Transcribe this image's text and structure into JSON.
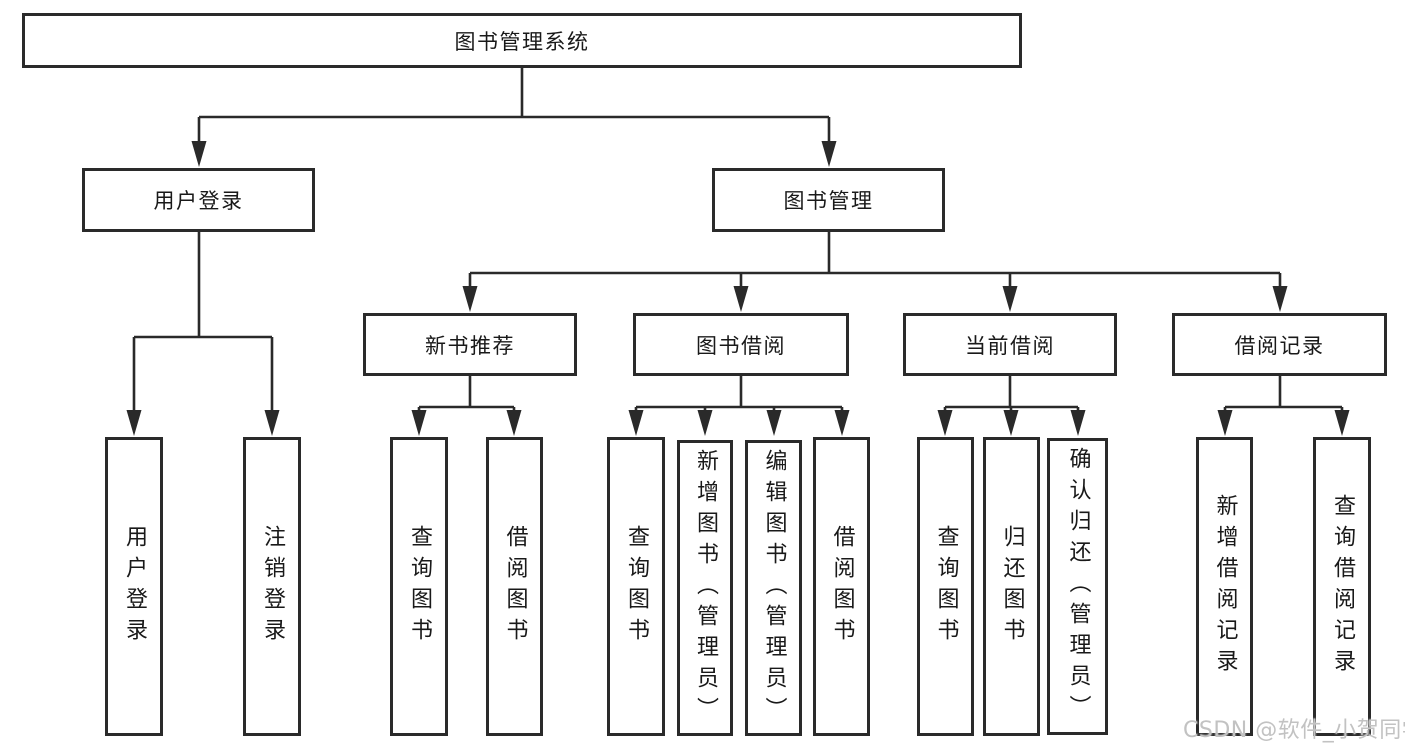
{
  "diagram": {
    "root": {
      "label": "图书管理系统"
    },
    "branches": [
      {
        "label": "用户登录",
        "children": [
          {
            "label": "用户登录"
          },
          {
            "label": "注销登录"
          }
        ]
      },
      {
        "label": "图书管理",
        "children": [
          {
            "label": "新书推荐",
            "children": [
              {
                "label": "查询图书"
              },
              {
                "label": "借阅图书"
              }
            ]
          },
          {
            "label": "图书借阅",
            "children": [
              {
                "label": "查询图书"
              },
              {
                "label": "新增图书（管理员）"
              },
              {
                "label": "编辑图书（管理员）"
              },
              {
                "label": "借阅图书"
              }
            ]
          },
          {
            "label": "当前借阅",
            "children": [
              {
                "label": "查询图书"
              },
              {
                "label": "归还图书"
              },
              {
                "label": "确认归还（管理员）"
              }
            ]
          },
          {
            "label": "借阅记录",
            "children": [
              {
                "label": "新增借阅记录"
              },
              {
                "label": "查询借阅记录"
              }
            ]
          }
        ]
      }
    ]
  },
  "watermark": {
    "text": "CSDN @软件_小贺同学"
  },
  "colors": {
    "line": "#2a2a2a",
    "text": "#191919",
    "watermark": "#c2c2c2",
    "background": "#ffffff"
  }
}
